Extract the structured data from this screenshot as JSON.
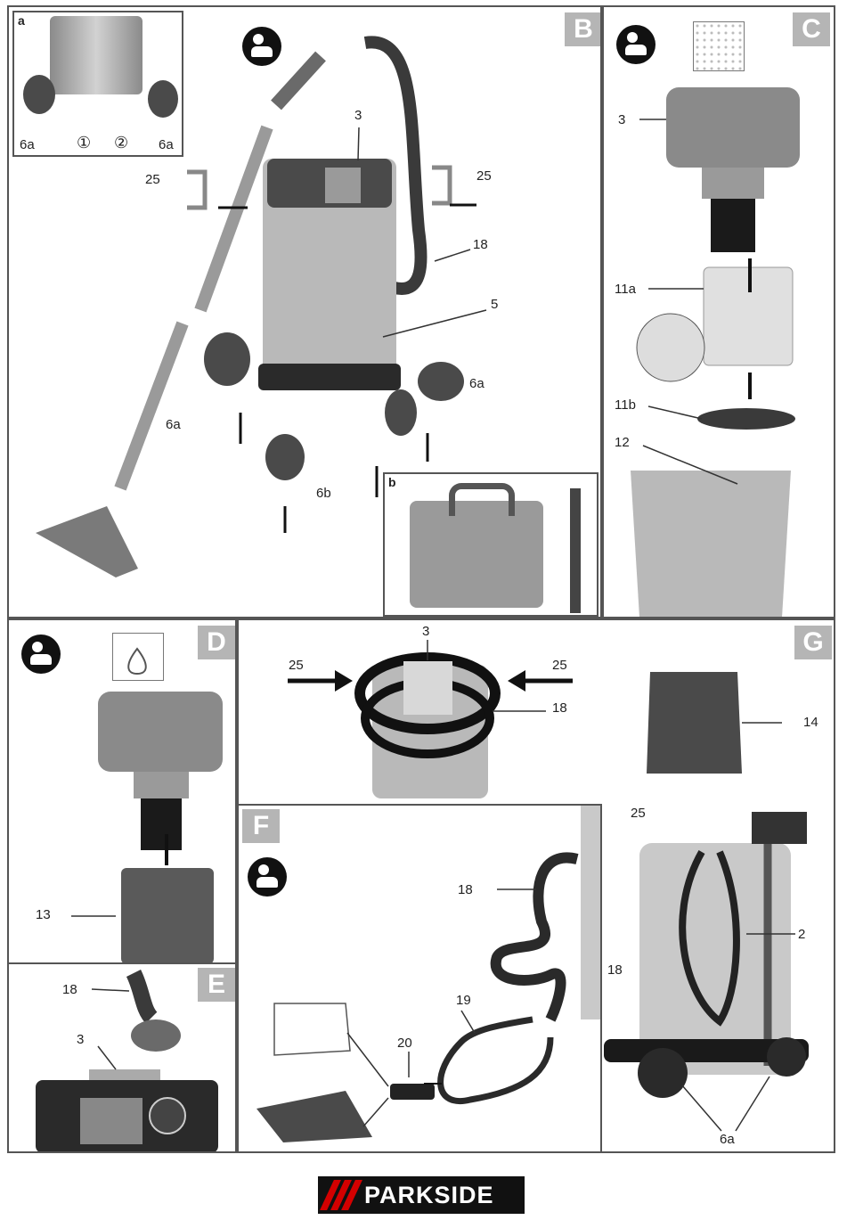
{
  "panels": {
    "B": {
      "badge": "B",
      "sub_a": "a",
      "sub_b": "b",
      "labels": {
        "l3": "3",
        "l25a": "25",
        "l25b": "25",
        "l18": "18",
        "l5": "5",
        "l6a_1": "6a",
        "l6a_2": "6a",
        "l6b": "6b",
        "a_6a_left": "6a",
        "a_6a_right": "6a",
        "a_1": "①",
        "a_2": "②"
      }
    },
    "C": {
      "badge": "C",
      "labels": {
        "l3": "3",
        "l11a": "11a",
        "l11b": "11b",
        "l12": "12"
      }
    },
    "D": {
      "badge": "D",
      "labels": {
        "l13": "13"
      }
    },
    "E": {
      "badge": "E",
      "labels": {
        "l18": "18",
        "l3": "3"
      }
    },
    "F": {
      "badge": "F",
      "labels": {
        "l18": "18",
        "l19": "19",
        "l20": "20"
      }
    },
    "G": {
      "badge": "G",
      "labels": {
        "l3": "3",
        "l25a": "25",
        "l25b": "25",
        "l18a": "18",
        "l14": "14",
        "l25c": "25",
        "l18b": "18",
        "l2": "2",
        "l6a": "6a"
      }
    }
  },
  "logo": {
    "brand": "PARKSIDE"
  }
}
